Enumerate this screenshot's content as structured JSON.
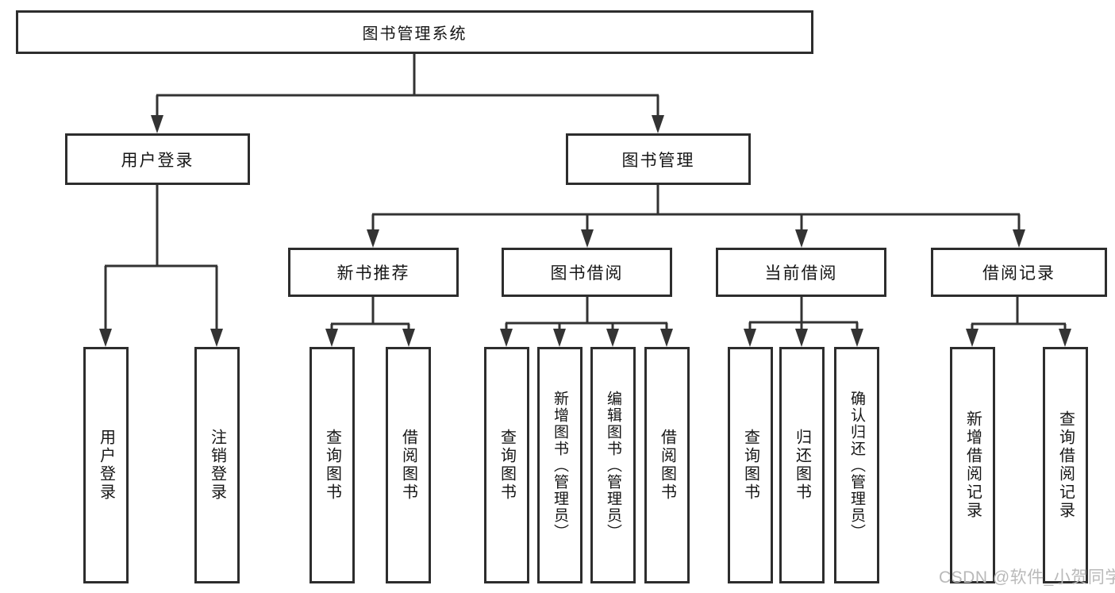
{
  "diagram": {
    "root": {
      "label": "图书管理系统"
    },
    "level2": [
      {
        "label": "用户登录"
      },
      {
        "label": "图书管理"
      }
    ],
    "level3": [
      {
        "label": "新书推荐"
      },
      {
        "label": "图书借阅"
      },
      {
        "label": "当前借阅"
      },
      {
        "label": "借阅记录"
      }
    ],
    "leaves": [
      {
        "label": "用户登录"
      },
      {
        "label": "注销登录"
      },
      {
        "label": "查询图书"
      },
      {
        "label": "借阅图书"
      },
      {
        "label": "查询图书"
      },
      {
        "label": "新增图书（管理员）"
      },
      {
        "label": "编辑图书（管理员）"
      },
      {
        "label": "借阅图书"
      },
      {
        "label": "查询图书"
      },
      {
        "label": "归还图书"
      },
      {
        "label": "确认归还（管理员）"
      },
      {
        "label": "新增借阅记录"
      },
      {
        "label": "查询借阅记录"
      }
    ],
    "watermark": "CSDN @软件_小贺同学",
    "colors": {
      "line": "#333333",
      "box_border": "#2d2d2d",
      "text": "#161616",
      "watermark": "#b9b9b9",
      "background": "#ffffff"
    }
  }
}
